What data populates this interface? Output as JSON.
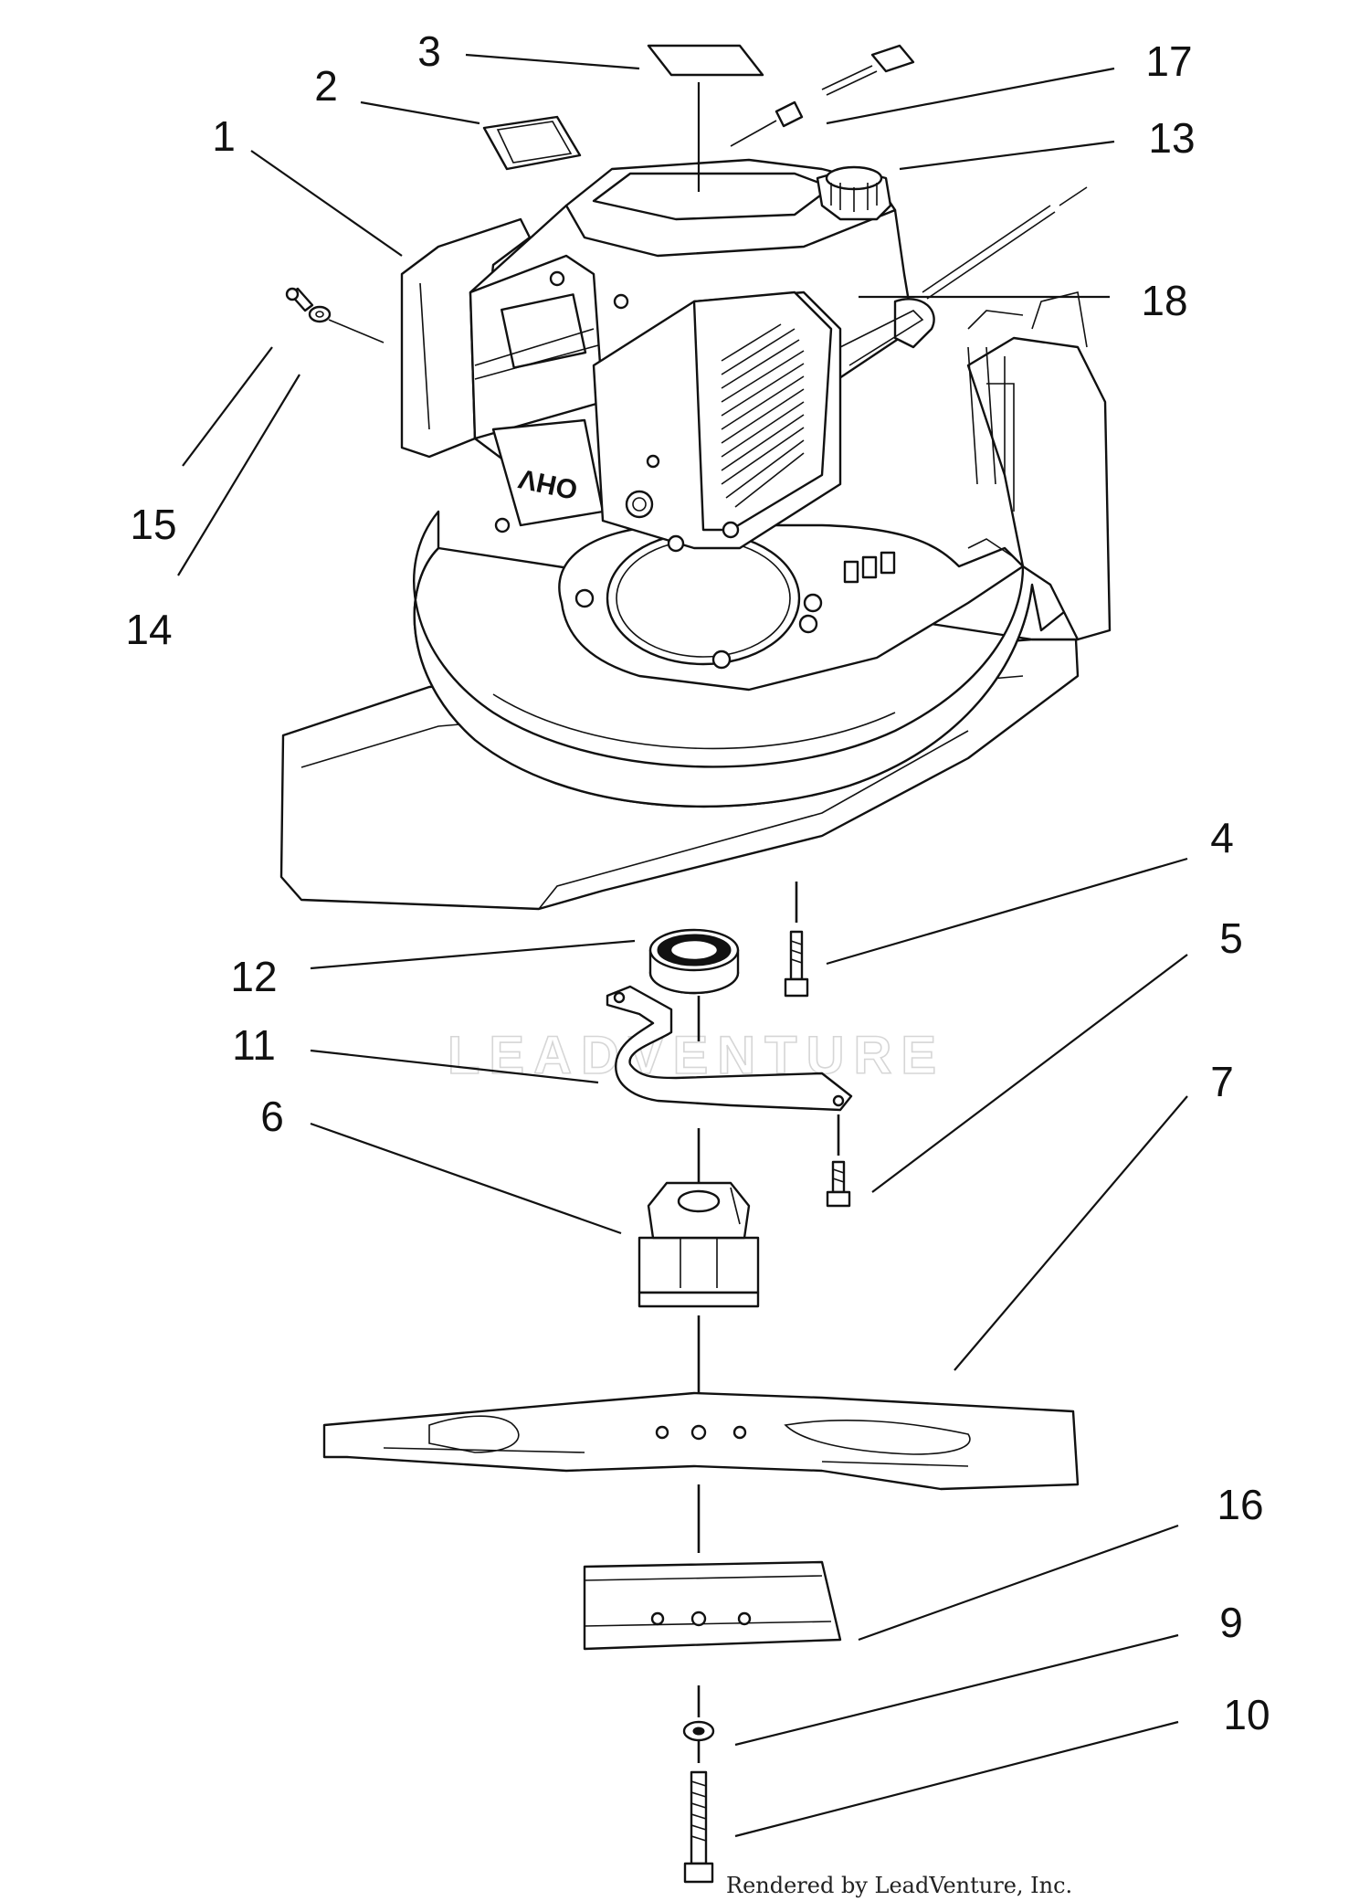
{
  "diagram": {
    "callouts": [
      "1",
      "2",
      "3",
      "4",
      "5",
      "6",
      "7",
      "9",
      "10",
      "11",
      "12",
      "13",
      "14",
      "15",
      "16",
      "17",
      "18"
    ],
    "engine_badge": "OHV",
    "watermark": "LEADVENTURE",
    "credit": "Rendered by LeadVenture, Inc."
  }
}
